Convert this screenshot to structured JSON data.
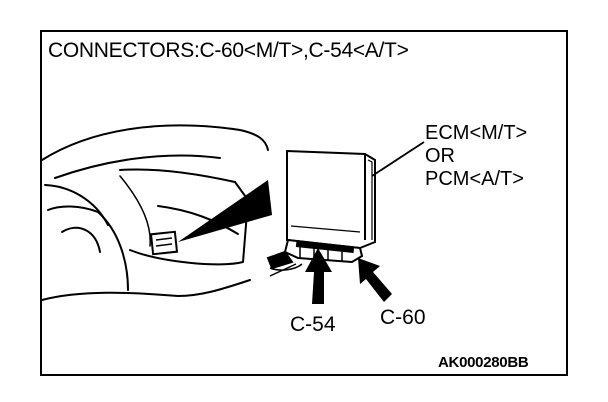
{
  "title": "CONNECTORS:C-60<M/T>,C-54<A/T>",
  "module_label": "ECM<M/T>\nOR\nPCM<A/T>",
  "connectors": {
    "c54_label": "C-54",
    "c60_label": "C-60"
  },
  "figure_code": "AK000280BB"
}
